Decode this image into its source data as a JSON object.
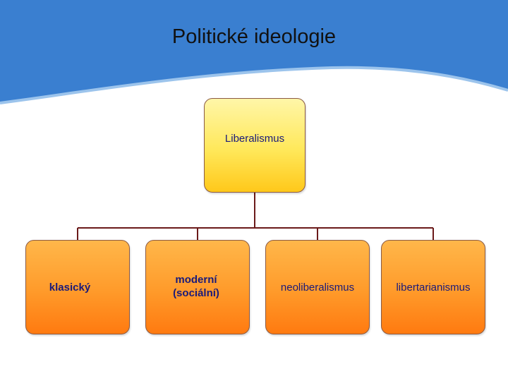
{
  "slide": {
    "title": "Politické ideologie",
    "header_color": "#3a7fd0"
  },
  "diagram": {
    "root": {
      "label": "Liberalismus"
    },
    "children": [
      {
        "label": "klasický"
      },
      {
        "label": "moderní (sociální)",
        "line1": "moderní",
        "line2": "(sociální)"
      },
      {
        "label": "neoliberalismus"
      },
      {
        "label": "libertarianismus"
      }
    ],
    "colors": {
      "root_fill": "#ffe85a",
      "child_fill": "#ff9a2a",
      "connector": "#6b1a1a",
      "text": "#1a1a7a"
    }
  }
}
